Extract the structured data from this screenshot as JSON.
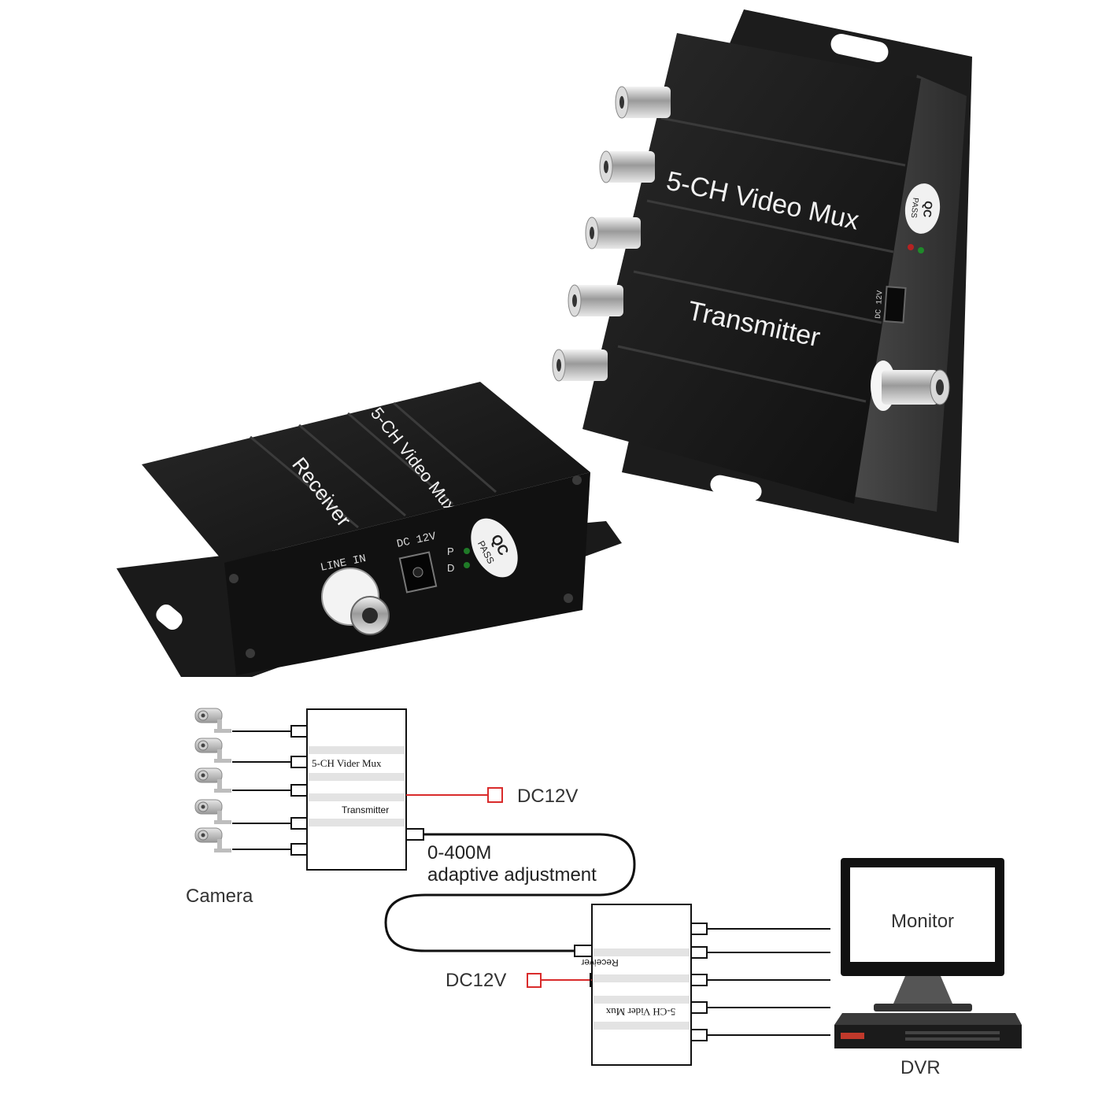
{
  "transmitter_device": {
    "brand_line": "5-CH Video Mux",
    "model_line": "Transmitter",
    "qc_badge": {
      "top": "QC",
      "bottom": "PASS"
    },
    "power_label": "DC 12V"
  },
  "receiver_device": {
    "brand_line": "5-CH Video Mux",
    "model_line": "Receiver",
    "line_in_label": "LINE IN",
    "power_label": "DC 12V",
    "led_labels": [
      "P",
      "D"
    ],
    "qc_badge": {
      "top": "QC",
      "bottom": "PASS"
    }
  },
  "diagram": {
    "camera_label": "Camera",
    "transmitter_box": {
      "line1": "5-CH Vider Mux",
      "line2": "Transmitter"
    },
    "receiver_box": {
      "line1": "Receiver",
      "line2": "5-CH Vider Mux"
    },
    "power_tx_label": "DC12V",
    "power_rx_label": "DC12V",
    "cable_label_line1": "0-400M",
    "cable_label_line2": "adaptive adjustment",
    "monitor_label": "Monitor",
    "dvr_label": "DVR",
    "colors": {
      "power_line": "#d92b2b",
      "line": "#111111",
      "device_body": "#1b1b1b"
    }
  }
}
